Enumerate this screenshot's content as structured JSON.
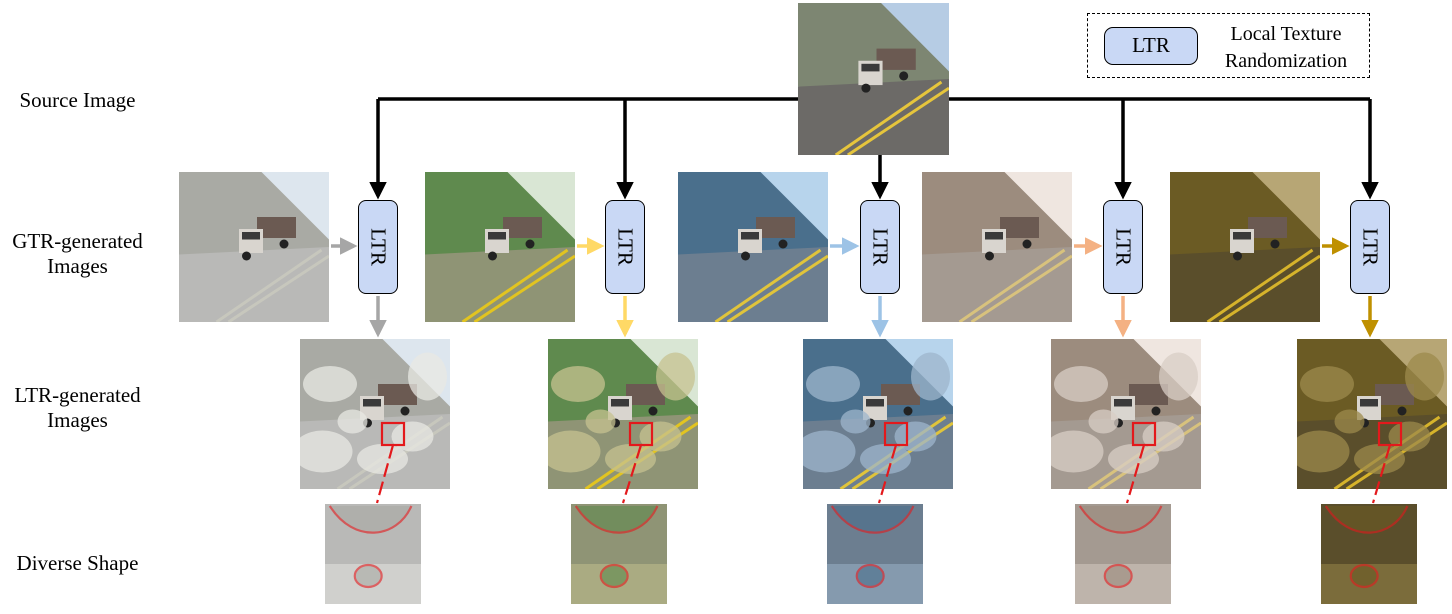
{
  "labels": {
    "source_image": "Source Image",
    "gtr_images": "GTR-generated\nImages",
    "ltr_images": "LTR-generated\nImages",
    "diverse_shape": "Diverse Shape"
  },
  "ltr_label": "LTR",
  "legend": {
    "box_label": "LTR",
    "description": "Local Texture\nRandomization"
  },
  "colors": {
    "source_arrow": "#000000",
    "ltr_box_fill": "#c9d8f5",
    "zoom_marker": "#e3191c",
    "branches": [
      "#a6a6a6",
      "#ffd966",
      "#9dc3e6",
      "#f4b183",
      "#bf9000"
    ]
  },
  "branch_styles": [
    {
      "name": "gray",
      "sky": "#dde6ee",
      "hill": "#a9aaa4",
      "road": "#b9b9b7",
      "line": "#c7c7bd",
      "blob": "#e8e8e3"
    },
    {
      "name": "green",
      "sky": "#d9e6d4",
      "hill": "#5f8a4e",
      "road": "#8f9475",
      "line": "#e2c420",
      "blob": "#c5c190"
    },
    {
      "name": "blue",
      "sky": "#b7d4ec",
      "hill": "#4a6f8c",
      "road": "#6c7e90",
      "line": "#e0c43b",
      "blob": "#9db6cc"
    },
    {
      "name": "peach",
      "sky": "#efe6e0",
      "hill": "#9c8c7e",
      "road": "#a49a91",
      "line": "#d8c27d",
      "blob": "#d8cdc5"
    },
    {
      "name": "dark-gold",
      "sky": "#b7a675",
      "hill": "#6b5b24",
      "road": "#5a4e2b",
      "line": "#d6b32b",
      "blob": "#9c8a4c"
    }
  ]
}
